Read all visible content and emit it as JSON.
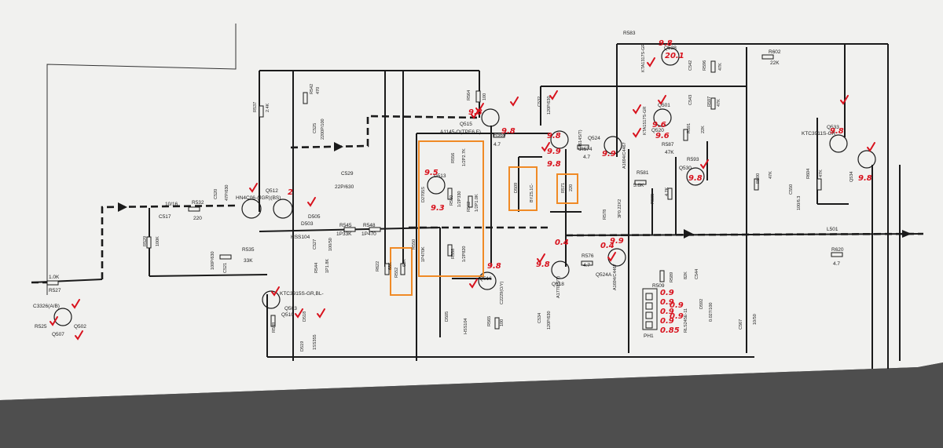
{
  "colors": {
    "paper": "#f1f1ef",
    "background": "#5a5a5a",
    "wire": "#1a1a1a",
    "annotation_red": "#d8121d",
    "highlight_orange": "#f08a25"
  },
  "labels": [
    {
      "id": "r583",
      "text": "R583"
    },
    {
      "id": "q528",
      "text": "Q528"
    },
    {
      "id": "kta1317s",
      "text": "KTA1317S-GR"
    },
    {
      "id": "r602",
      "text": "R602"
    },
    {
      "id": "r602v",
      "text": "22K"
    },
    {
      "id": "c542",
      "text": "C542"
    },
    {
      "id": "r596",
      "text": "R596"
    },
    {
      "id": "r596v",
      "text": "47K"
    },
    {
      "id": "r564",
      "text": "R564"
    },
    {
      "id": "r564v",
      "text": "100"
    },
    {
      "id": "r542",
      "text": "R542"
    },
    {
      "id": "r542v",
      "text": "470"
    },
    {
      "id": "r537",
      "text": "R537"
    },
    {
      "id": "r537v",
      "text": "2.4K"
    },
    {
      "id": "c525",
      "text": "C525"
    },
    {
      "id": "c525v",
      "text": "2200P/100"
    },
    {
      "id": "c532",
      "text": "C532"
    },
    {
      "id": "c532v",
      "text": "120P/630"
    },
    {
      "id": "q515",
      "text": "Q515"
    },
    {
      "id": "a1145",
      "text": "A1145-O(TPE6.F)"
    },
    {
      "id": "r569",
      "text": "R569"
    },
    {
      "id": "r569v",
      "text": "4.7"
    },
    {
      "id": "c4614",
      "text": "C4614S/T)"
    },
    {
      "id": "q524",
      "text": "Q524"
    },
    {
      "id": "a1694",
      "text": "A1694/C4467"
    },
    {
      "id": "r574",
      "text": "R574"
    },
    {
      "id": "r574v",
      "text": "4.7"
    },
    {
      "id": "kta1517s",
      "text": "KTA1517S-GR"
    },
    {
      "id": "q501",
      "text": "Q501"
    },
    {
      "id": "q520",
      "text": "Q520"
    },
    {
      "id": "r587",
      "text": "R587"
    },
    {
      "id": "r587v",
      "text": "47K"
    },
    {
      "id": "r591",
      "text": "R591"
    },
    {
      "id": "r591v",
      "text": "22K"
    },
    {
      "id": "c543",
      "text": "C543"
    },
    {
      "id": "r597",
      "text": "R597"
    },
    {
      "id": "r597v",
      "text": "47K"
    },
    {
      "id": "q533",
      "text": "Q533"
    },
    {
      "id": "ktc3911",
      "text": "KTC3911S-GR"
    },
    {
      "id": "q534",
      "text": "Q534"
    },
    {
      "id": "r593",
      "text": "R593"
    },
    {
      "id": "q530",
      "text": "Q530"
    },
    {
      "id": "r581",
      "text": "R581"
    },
    {
      "id": "r581v",
      "text": "5.6K"
    },
    {
      "id": "r585",
      "text": "R585"
    },
    {
      "id": "r585v",
      "text": "4.7K"
    },
    {
      "id": "r600",
      "text": "R600"
    },
    {
      "id": "r600v",
      "text": "47K"
    },
    {
      "id": "c550",
      "text": "C550"
    },
    {
      "id": "c550v",
      "text": "100/6.3"
    },
    {
      "id": "r604",
      "text": "R604"
    },
    {
      "id": "r604v",
      "text": "47K"
    },
    {
      "id": "r578",
      "text": "R578"
    },
    {
      "id": "r578v",
      "text": "3P0.22X2"
    },
    {
      "id": "l501",
      "text": "L501"
    },
    {
      "id": "r620",
      "text": "R620"
    },
    {
      "id": "r620v",
      "text": "4.7"
    },
    {
      "id": "d513",
      "text": "D513"
    },
    {
      "id": "d2705s",
      "text": "D2705S"
    },
    {
      "id": "r556",
      "text": "R556"
    },
    {
      "id": "r556v",
      "text": "1/2P2.7K"
    },
    {
      "id": "r560",
      "text": "R560"
    },
    {
      "id": "r560v",
      "text": "1/2P330"
    },
    {
      "id": "r562",
      "text": "R562"
    },
    {
      "id": "r562v",
      "text": "1/2P1.0K"
    },
    {
      "id": "r558",
      "text": "R558"
    },
    {
      "id": "r558v",
      "text": "1/2P820"
    },
    {
      "id": "r550",
      "text": "R550"
    },
    {
      "id": "r550v",
      "text": "1P470K"
    },
    {
      "id": "d509",
      "text": "D509"
    },
    {
      "id": "d509v",
      "text": "BYZ5.1C-"
    },
    {
      "id": "r571",
      "text": "R571"
    },
    {
      "id": "r571v",
      "text": "220"
    },
    {
      "id": "c529",
      "text": "C529"
    },
    {
      "id": "c529v",
      "text": "22P/630"
    },
    {
      "id": "c520",
      "text": "C520"
    },
    {
      "id": "c520v",
      "text": "47P/630"
    },
    {
      "id": "q512",
      "text": "Q512"
    },
    {
      "id": "hn",
      "text": "HN4C06-(JGR)(BS)"
    },
    {
      "id": "c517",
      "text": "C517"
    },
    {
      "id": "c517v",
      "text": "10/16"
    },
    {
      "id": "r532",
      "text": "R532"
    },
    {
      "id": "r532v",
      "text": "220"
    },
    {
      "id": "d503",
      "text": "D503"
    },
    {
      "id": "d505",
      "text": "D505"
    },
    {
      "id": "hss104",
      "text": "HSS104"
    },
    {
      "id": "r545",
      "text": "R545"
    },
    {
      "id": "r545v",
      "text": "1P33K"
    },
    {
      "id": "r548",
      "text": "R548"
    },
    {
      "id": "r548v",
      "text": "1P470"
    },
    {
      "id": "c527",
      "text": "C527"
    },
    {
      "id": "c527v",
      "text": "100/50"
    },
    {
      "id": "r529",
      "text": "R529"
    },
    {
      "id": "r529v",
      "text": "100K"
    },
    {
      "id": "c521",
      "text": "C521"
    },
    {
      "id": "c521v",
      "text": "100P/630"
    },
    {
      "id": "r535",
      "text": "R535"
    },
    {
      "id": "r535v",
      "text": "33K"
    },
    {
      "id": "r544",
      "text": "R544"
    },
    {
      "id": "r544v",
      "text": "1P1.8K"
    },
    {
      "id": "r622",
      "text": "R622"
    },
    {
      "id": "r622v",
      "text": "68K"
    },
    {
      "id": "r552",
      "text": "R552"
    },
    {
      "id": "r552v",
      "text": "68K"
    },
    {
      "id": "r527",
      "text": "R527"
    },
    {
      "id": "r527v",
      "text": "1.0K"
    },
    {
      "id": "c3326",
      "text": "C3326(A/B)"
    },
    {
      "id": "r525",
      "text": "R525"
    },
    {
      "id": "q507",
      "text": "Q507"
    },
    {
      "id": "q502",
      "text": "Q502"
    },
    {
      "id": "q503",
      "text": "Q503"
    },
    {
      "id": "ktc3915",
      "text": "KTC3915S-GR,BL-"
    },
    {
      "id": "q510",
      "text": "Q510"
    },
    {
      "id": "r539",
      "text": "R539"
    },
    {
      "id": "d518",
      "text": "D518"
    },
    {
      "id": "d519",
      "text": "D519"
    },
    {
      "id": "iss355",
      "text": "1SS355"
    },
    {
      "id": "q516",
      "text": "Q516"
    },
    {
      "id": "q516b",
      "text": "C2229(O/Y)"
    },
    {
      "id": "d505b",
      "text": "D505"
    },
    {
      "id": "hss104b",
      "text": "HSS104"
    },
    {
      "id": "r565",
      "text": "R565"
    },
    {
      "id": "r565v",
      "text": "100"
    },
    {
      "id": "q518",
      "text": "Q518"
    },
    {
      "id": "a1770",
      "text": "A1770(S/T)"
    },
    {
      "id": "c534",
      "text": "C534"
    },
    {
      "id": "c534v",
      "text": "120P/630"
    },
    {
      "id": "r576",
      "text": "R576"
    },
    {
      "id": "r576v",
      "text": "4.7"
    },
    {
      "id": "q524b",
      "text": "Q524A"
    },
    {
      "id": "a1694b",
      "text": "A1694/C4467"
    },
    {
      "id": "r589",
      "text": "R589"
    },
    {
      "id": "r589v",
      "text": "82K"
    },
    {
      "id": "c544",
      "text": "C544"
    },
    {
      "id": "c544v",
      "text": "0.027/100"
    },
    {
      "id": "d592",
      "text": "D592"
    },
    {
      "id": "rls245",
      "text": "RLS245E-11"
    },
    {
      "id": "c567",
      "text": "C567"
    },
    {
      "id": "c567v",
      "text": "10/50"
    },
    {
      "id": "ph1",
      "text": "PH1"
    },
    {
      "id": "r509",
      "text": "R509"
    }
  ],
  "annotations": [
    {
      "id": "a_q528",
      "text": "9.8"
    },
    {
      "id": "a_q528b",
      "text": "20.1"
    },
    {
      "id": "a_r564",
      "text": "9.8"
    },
    {
      "id": "a_q515",
      "text": "9.8"
    },
    {
      "id": "a_q524top",
      "text": "9.8"
    },
    {
      "id": "a_q524mid",
      "text": "9.9"
    },
    {
      "id": "a_c4614",
      "text": "9.8"
    },
    {
      "id": "a_q501",
      "text": "9.6"
    },
    {
      "id": "a_q501b",
      "text": "9.9"
    },
    {
      "id": "a_q520",
      "text": "9.6"
    },
    {
      "id": "a_q530",
      "text": "9.8"
    },
    {
      "id": "a_q533",
      "text": "9.8"
    },
    {
      "id": "a_q534",
      "text": "9.8"
    },
    {
      "id": "a_d513",
      "text": "9.5"
    },
    {
      "id": "a_d513b",
      "text": "9.3"
    },
    {
      "id": "a_q512a",
      "text": "2"
    },
    {
      "id": "a_q518top",
      "text": "0.4"
    },
    {
      "id": "a_q518",
      "text": "9.8"
    },
    {
      "id": "a_q524low",
      "text": "0.4"
    },
    {
      "id": "a_q524low2",
      "text": "9.9"
    },
    {
      "id": "a_q516",
      "text": "9.8"
    },
    {
      "id": "a_ph1a",
      "text": "0.9"
    },
    {
      "id": "a_ph1b",
      "text": "0.9"
    },
    {
      "id": "a_ph1c",
      "text": "0.9"
    },
    {
      "id": "a_ph1d",
      "text": "0.9"
    },
    {
      "id": "a_ph1e",
      "text": "0.85"
    },
    {
      "id": "a_ph1f",
      "text": "0.9"
    },
    {
      "id": "a_ph1g",
      "text": "0.9"
    }
  ]
}
